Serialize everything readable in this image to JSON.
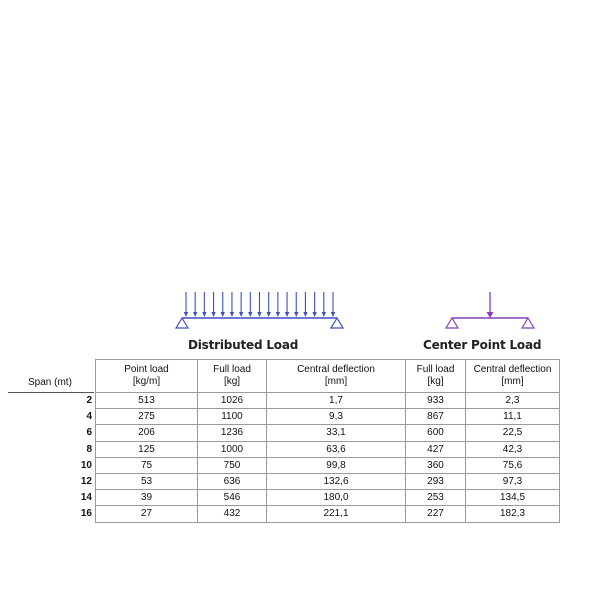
{
  "distributed": {
    "title": "Distributed Load",
    "color": "#3f4fbf"
  },
  "center": {
    "title": "Center Point Load",
    "color": "#8a3fb8"
  },
  "table": {
    "span_label": "Span (mt)",
    "headers": [
      {
        "line1": "Point load",
        "line2": "[kg/m]"
      },
      {
        "line1": "Full load",
        "line2": "[kg]"
      },
      {
        "line1": "Central deflection",
        "line2": "[mm]"
      },
      {
        "line1": "Full load",
        "line2": "[kg]"
      },
      {
        "line1": "Central deflection",
        "line2": "[mm]"
      }
    ],
    "rows": [
      {
        "span": "2",
        "point_load": "513",
        "full_load": "1026",
        "deflection": "1,7",
        "cp_full_load": "933",
        "cp_deflection": "2,3"
      },
      {
        "span": "4",
        "point_load": "275",
        "full_load": "1100",
        "deflection": "9,3",
        "cp_full_load": "867",
        "cp_deflection": "11,1"
      },
      {
        "span": "6",
        "point_load": "206",
        "full_load": "1236",
        "deflection": "33,1",
        "cp_full_load": "600",
        "cp_deflection": "22,5"
      },
      {
        "span": "8",
        "point_load": "125",
        "full_load": "1000",
        "deflection": "63,6",
        "cp_full_load": "427",
        "cp_deflection": "42,3"
      },
      {
        "span": "10",
        "point_load": "75",
        "full_load": "750",
        "deflection": "99,8",
        "cp_full_load": "360",
        "cp_deflection": "75,6"
      },
      {
        "span": "12",
        "point_load": "53",
        "full_load": "636",
        "deflection": "132,6",
        "cp_full_load": "293",
        "cp_deflection": "97,3"
      },
      {
        "span": "14",
        "point_load": "39",
        "full_load": "546",
        "deflection": "180,0",
        "cp_full_load": "253",
        "cp_deflection": "134,5"
      },
      {
        "span": "16",
        "point_load": "27",
        "full_load": "432",
        "deflection": "221,1",
        "cp_full_load": "227",
        "cp_deflection": "182,3"
      }
    ]
  }
}
